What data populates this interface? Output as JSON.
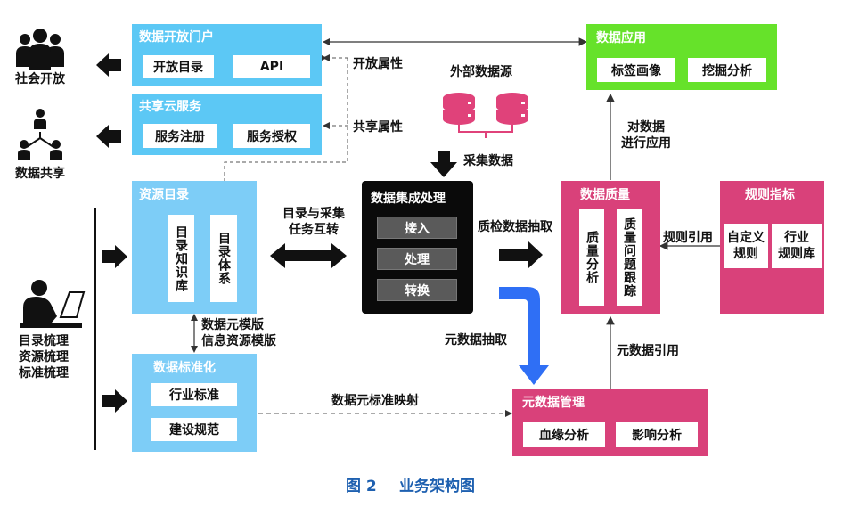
{
  "colors": {
    "blue": "#5cc8f5",
    "light_blue": "#7dcdf7",
    "green": "#66e22a",
    "pink": "#d9417a",
    "black": "#0a0a0a",
    "arrow_blue": "#2f6ff5",
    "caption": "#1e60b0"
  },
  "left_side": {
    "social_open": "社会开放",
    "data_share": "数据共享",
    "catalog_sorting": "目录梳理\n资源梳理\n标准梳理"
  },
  "portal": {
    "title": "数据开放门户",
    "items": [
      "开放目录",
      "API"
    ]
  },
  "cloud": {
    "title": "共享云服务",
    "items": [
      "服务注册",
      "服务授权"
    ]
  },
  "resource_catalog": {
    "title": "资源目录",
    "items": [
      "目录知识库",
      "目录体系"
    ]
  },
  "standardization": {
    "title": "数据标准化",
    "items": [
      "行业标准",
      "建设规范"
    ]
  },
  "integration": {
    "title": "数据集成处理",
    "items": [
      "接入",
      "处理",
      "转换"
    ]
  },
  "external_source": {
    "label": "外部数据源"
  },
  "quality": {
    "title": "数据质量",
    "items": [
      "质量分析",
      "质量问题跟踪"
    ]
  },
  "rules": {
    "title": "规则指标",
    "items": [
      "自定义\n规则",
      "行业\n规则库"
    ]
  },
  "application": {
    "title": "数据应用",
    "items": [
      "标签画像",
      "挖掘分析"
    ]
  },
  "metadata": {
    "title": "元数据管理",
    "items": [
      "血缘分析",
      "影响分析"
    ]
  },
  "labels": {
    "open_attr": "开放属性",
    "share_attr": "共享属性",
    "collect_data": "采集数据",
    "catalog_task": "目录与采集\n任务互转",
    "quality_extract": "质检数据抽取",
    "meta_extract": "元数据抽取",
    "meta_template": "数据元模版\n信息资源模版",
    "meta_mapping": "数据元标准映射",
    "meta_ref": "元数据引用",
    "rule_ref": "规则引用",
    "apply_data": "对数据\n进行应用"
  },
  "caption": {
    "fig": "图 2",
    "title": "业务架构图"
  },
  "icons": [
    "group-icon",
    "hierarchy-icon",
    "person-laptop-icon",
    "database-icon"
  ]
}
